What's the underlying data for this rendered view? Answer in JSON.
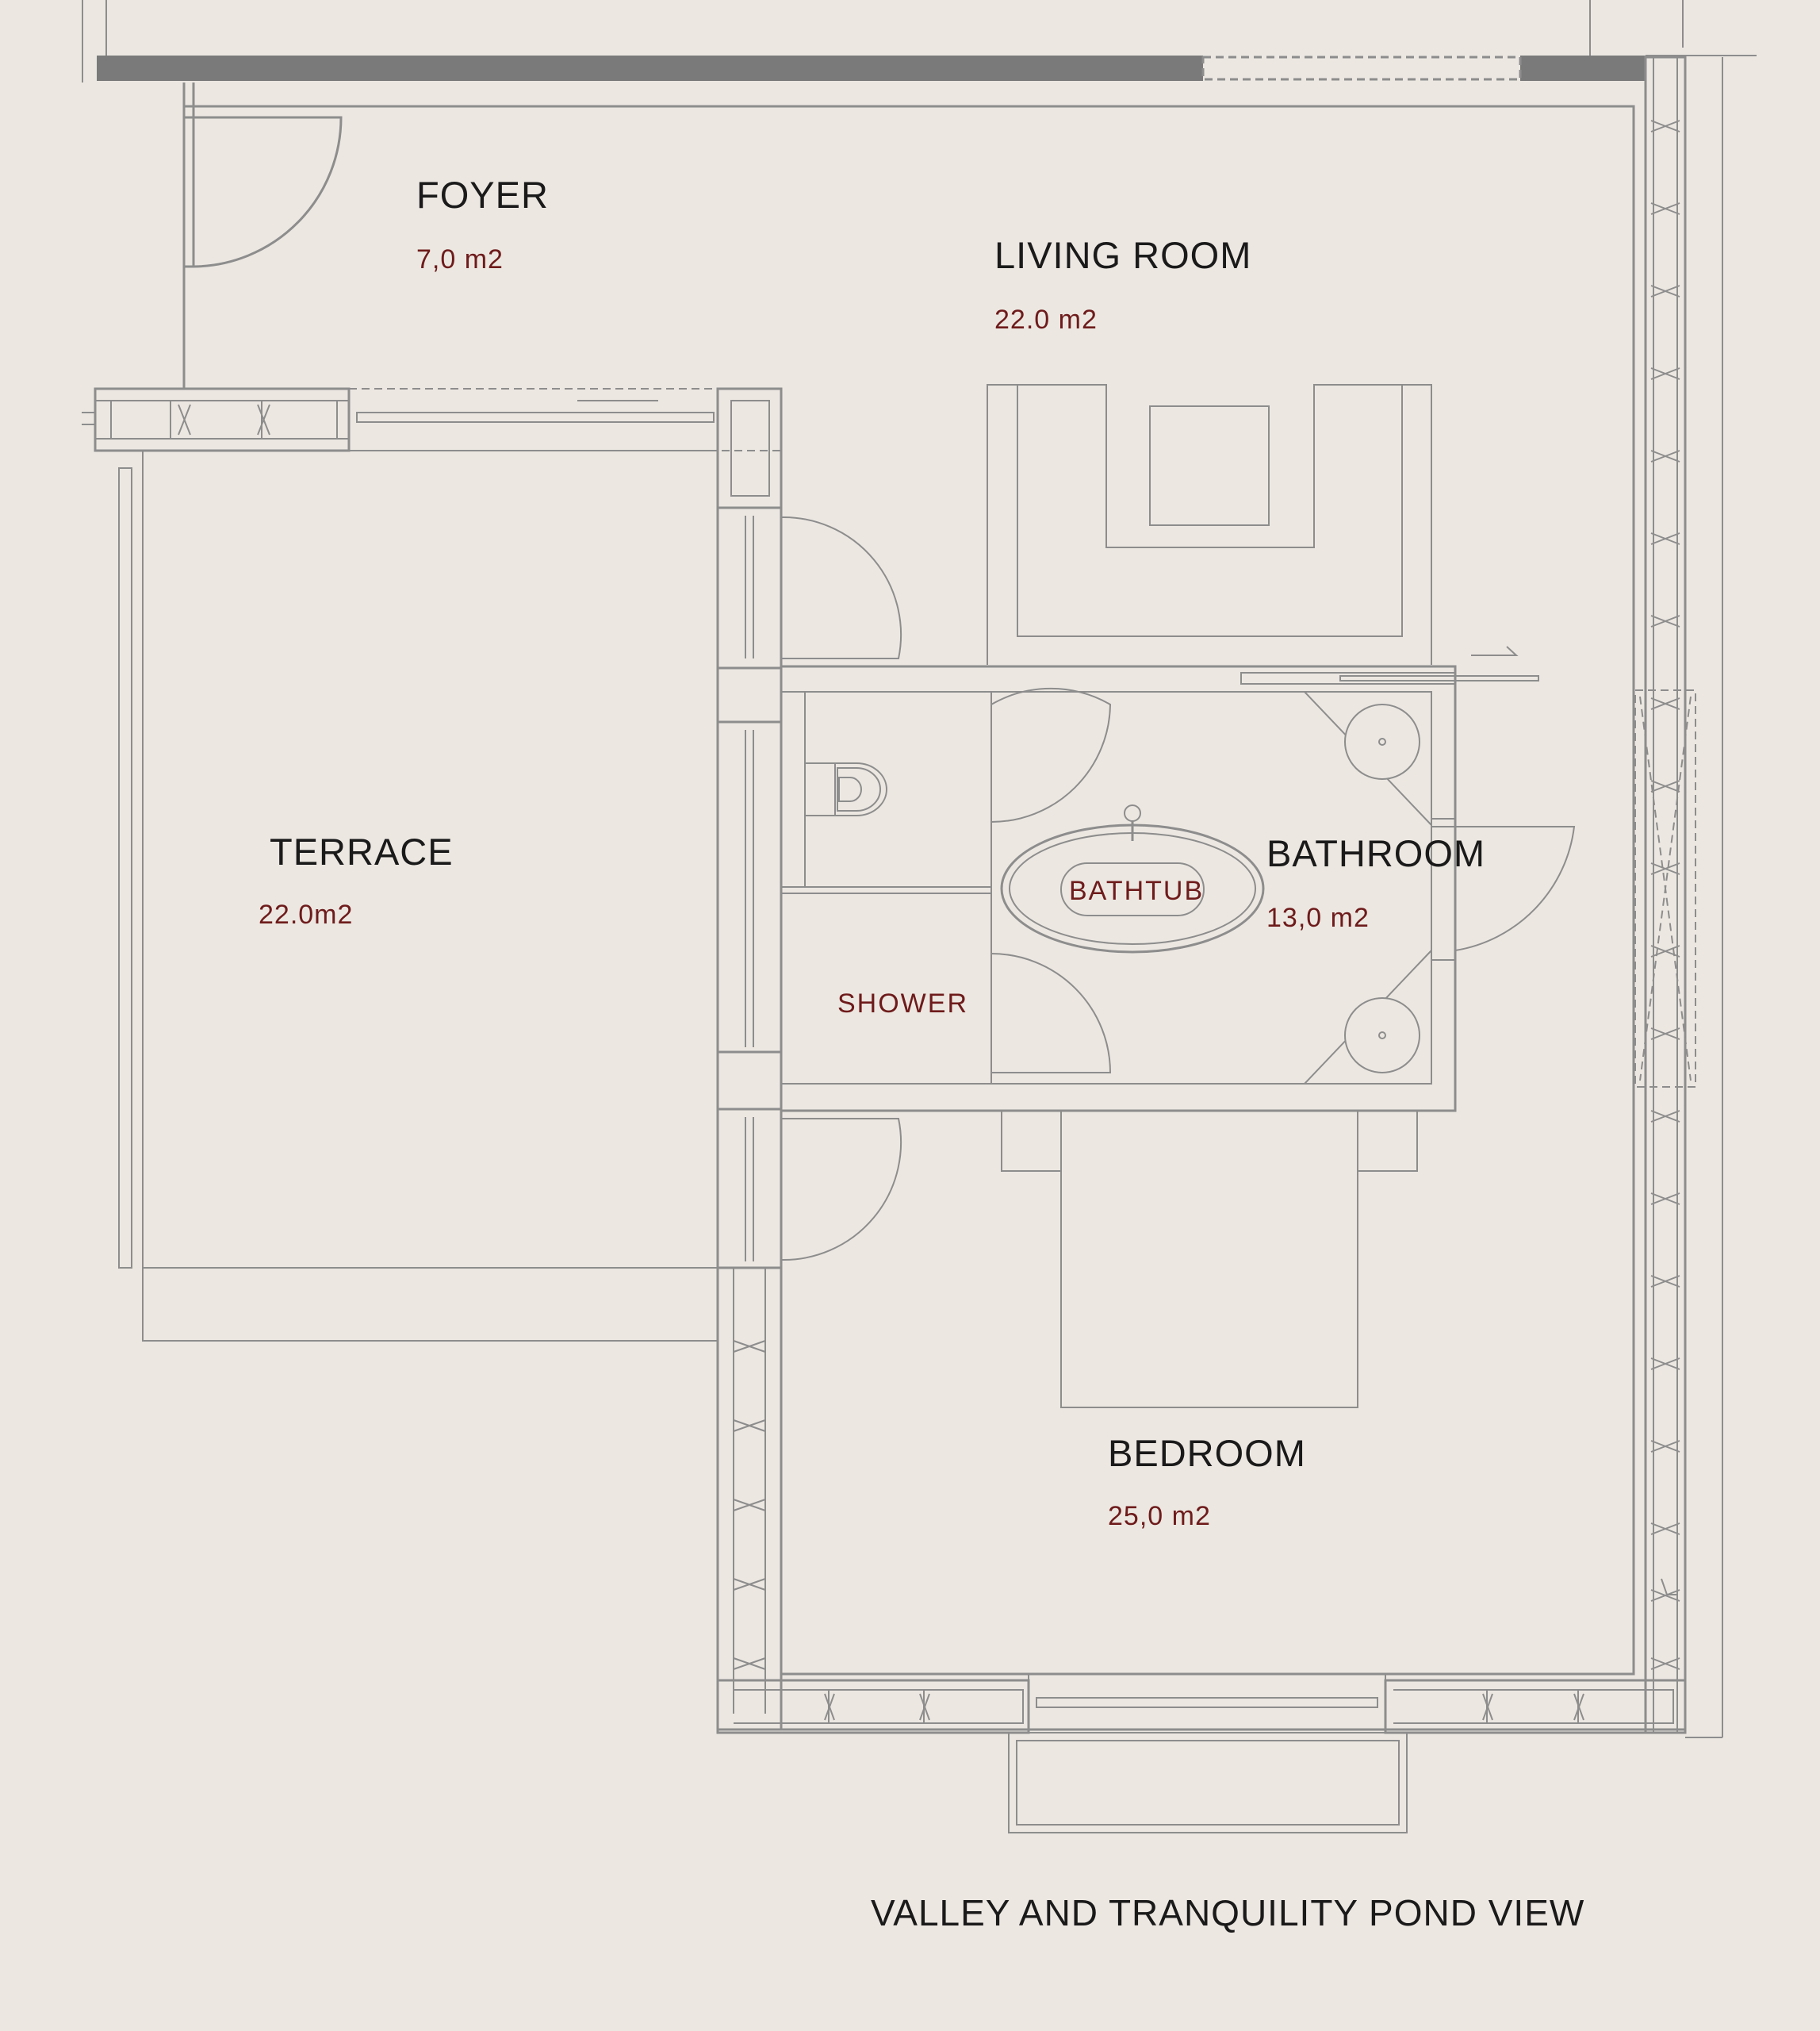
{
  "plan": {
    "rooms": [
      {
        "key": "foyer",
        "name": "FOYER",
        "area": "7,0 m2"
      },
      {
        "key": "living",
        "name": "LIVING ROOM",
        "area": "22.0 m2"
      },
      {
        "key": "terrace",
        "name": "TERRACE",
        "area": "22.0m2"
      },
      {
        "key": "bathroom",
        "name": "BATHROOM",
        "area": "13,0 m2"
      },
      {
        "key": "bedroom",
        "name": "BEDROOM",
        "area": "25,0 m2"
      }
    ],
    "fixtures": {
      "bathtub": "BATHTUB",
      "shower": "SHOWER"
    },
    "view_caption": "VALLEY AND TRANQUILITY POND VIEW",
    "colors": {
      "background": "#ece7e1",
      "wall": "#8d8d8d",
      "wall_fill": "#7a7a7a",
      "label": "#1a1a1a",
      "area_label": "#6e1b1b"
    }
  }
}
